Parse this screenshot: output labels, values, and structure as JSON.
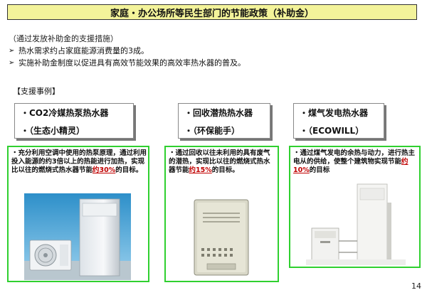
{
  "title": "家庭・办公场所等民生部门的节能政策（补助金）",
  "intro": {
    "heading": "（通过发放补助金的支援措施）",
    "bullets": [
      "热水需求约占家庭能源消费量的3成。",
      "实施补助金制度以促进具有高效节能效果的高效率热水器的普及。"
    ]
  },
  "section_label": "【支援事例】",
  "cases": [
    {
      "name": "・CO2冷媒热泵热水器",
      "nickname": "・（生态小精灵）",
      "desc_before": "・充分利用空调中使用的热泵原理，通过利用投入能源的约3倍以上的热能进行加热，实现比以往的燃烧式热水器节能",
      "highlight": "约30%",
      "desc_after": "的目标。"
    },
    {
      "name": "・回收潜热热水器",
      "nickname": "・（环保能手）",
      "desc_before": "・通过回收以往未利用的具有废气的潜热，实现比以往的燃烧式热水器节能",
      "highlight": "约15%",
      "desc_after": "的目标。"
    },
    {
      "name": "・煤气发电热水器",
      "nickname": "・（ECOWILL）",
      "desc_before": "・通过煤气发电的余热与动力，进行热主电从的供给，使整个建筑物实现节能",
      "highlight": "约10%",
      "desc_after": "的目标"
    }
  ],
  "page_number": "14"
}
